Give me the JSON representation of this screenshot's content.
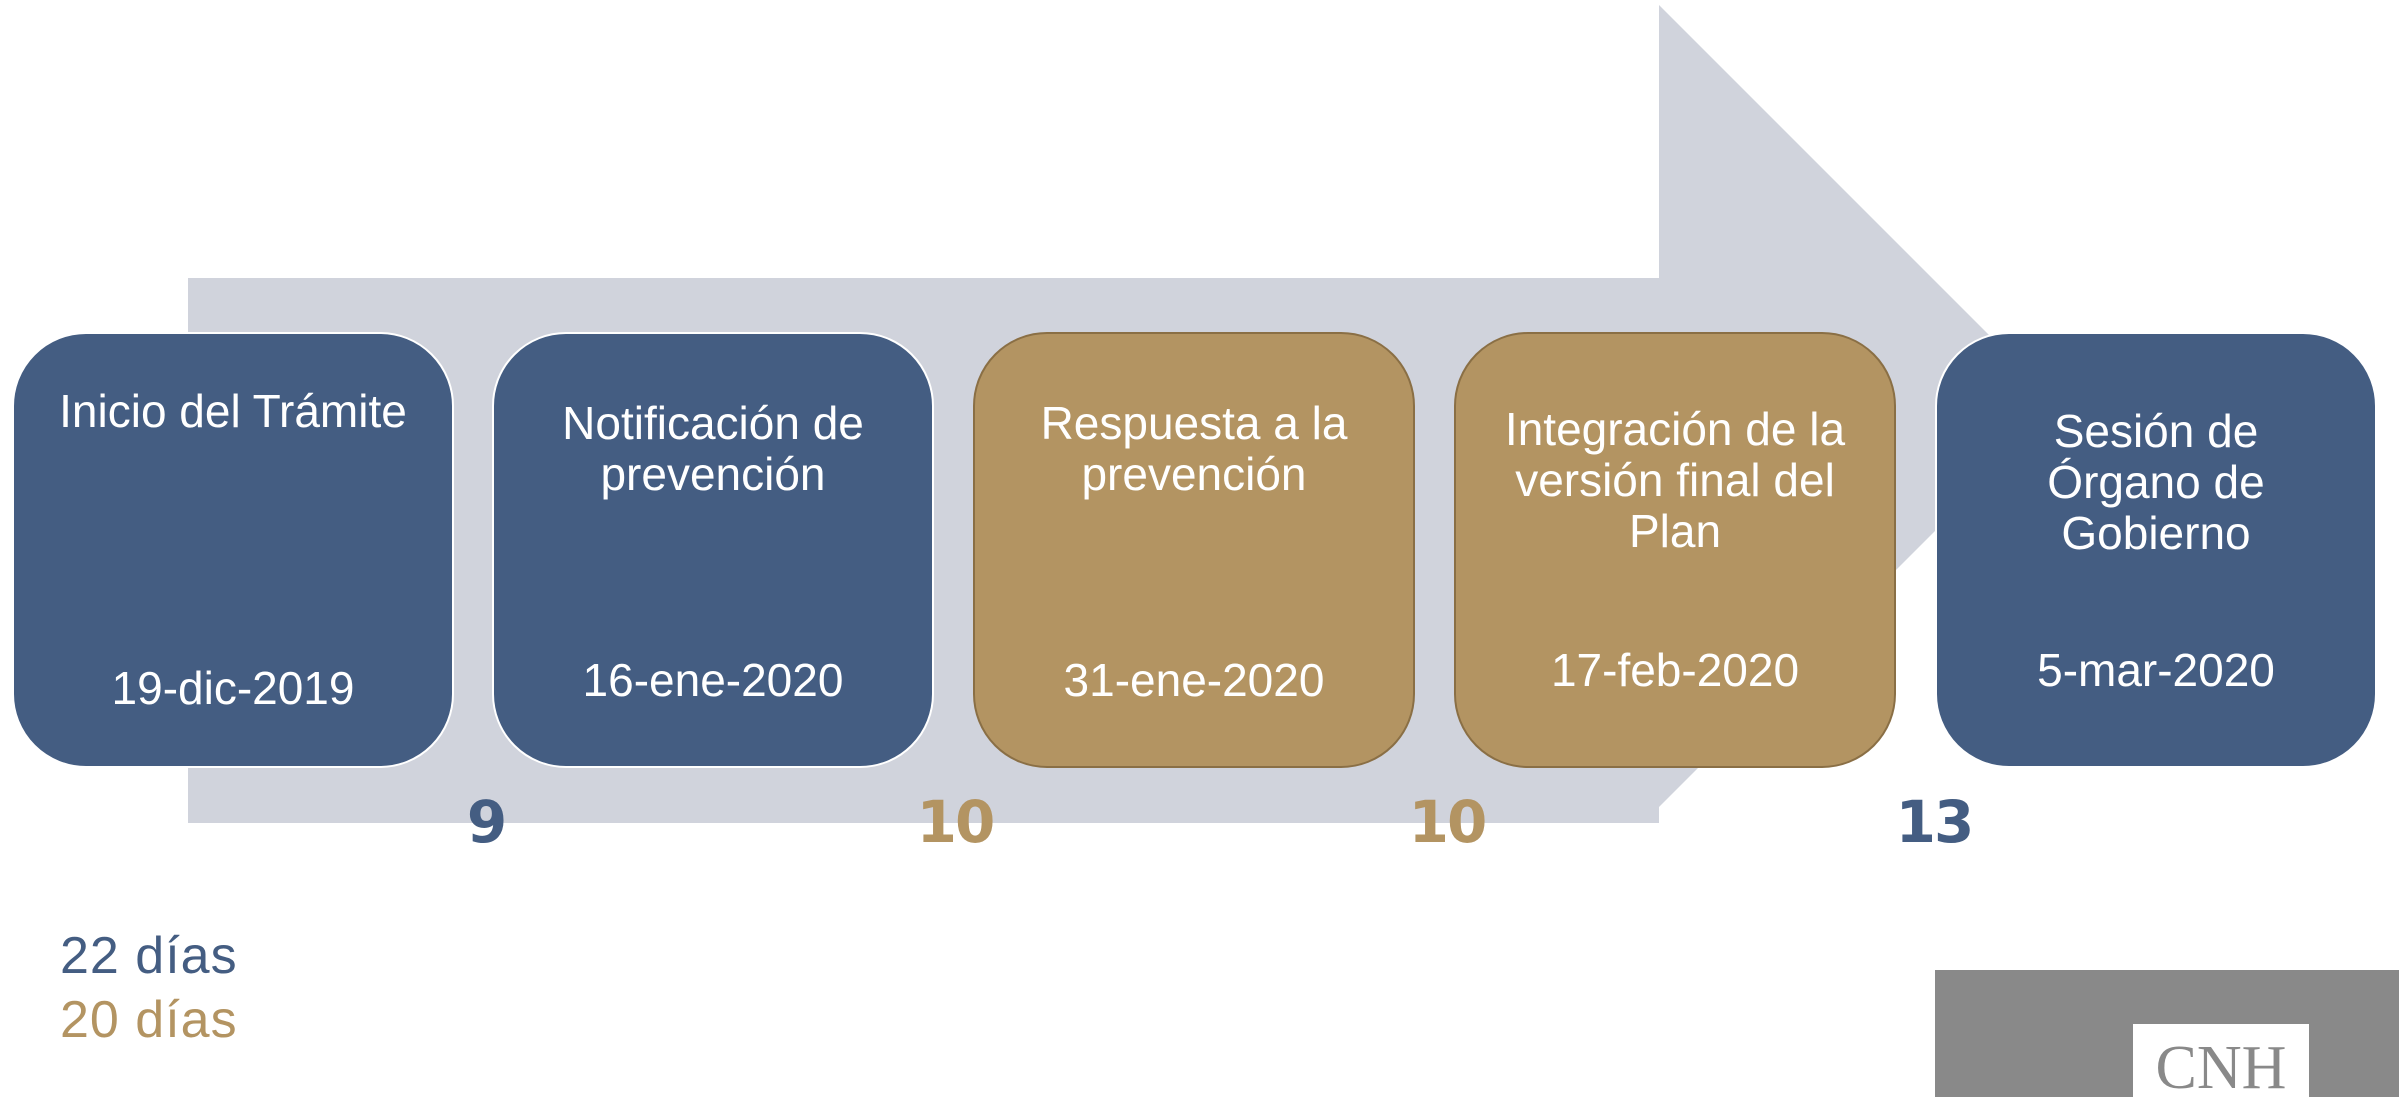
{
  "colors": {
    "arrow": "#d0d3dc",
    "blue": "#445d82",
    "gold": "#b39462",
    "logo_panel": "#898989"
  },
  "steps": [
    {
      "title": "Inicio del Trámite",
      "date": "19-dic-2019",
      "color": "blue"
    },
    {
      "title": "Notificación de prevención",
      "date": "16-ene-2020",
      "color": "blue"
    },
    {
      "title": "Respuesta a la prevención",
      "date": "31-ene-2020",
      "color": "gold"
    },
    {
      "title": "Integración de la versión final del Plan",
      "date": "17-feb-2020",
      "color": "gold"
    },
    {
      "title": "Sesión de Órgano de Gobierno",
      "date": "5-mar-2020",
      "color": "blue"
    }
  ],
  "intervals": [
    {
      "value": "9",
      "color": "blue"
    },
    {
      "value": "10",
      "color": "gold"
    },
    {
      "value": "10",
      "color": "gold"
    },
    {
      "value": "13",
      "color": "blue"
    }
  ],
  "legend": [
    {
      "text": "22 días",
      "color": "blue"
    },
    {
      "text": "20 días",
      "color": "gold"
    }
  ],
  "logo": {
    "text": "CNH"
  }
}
